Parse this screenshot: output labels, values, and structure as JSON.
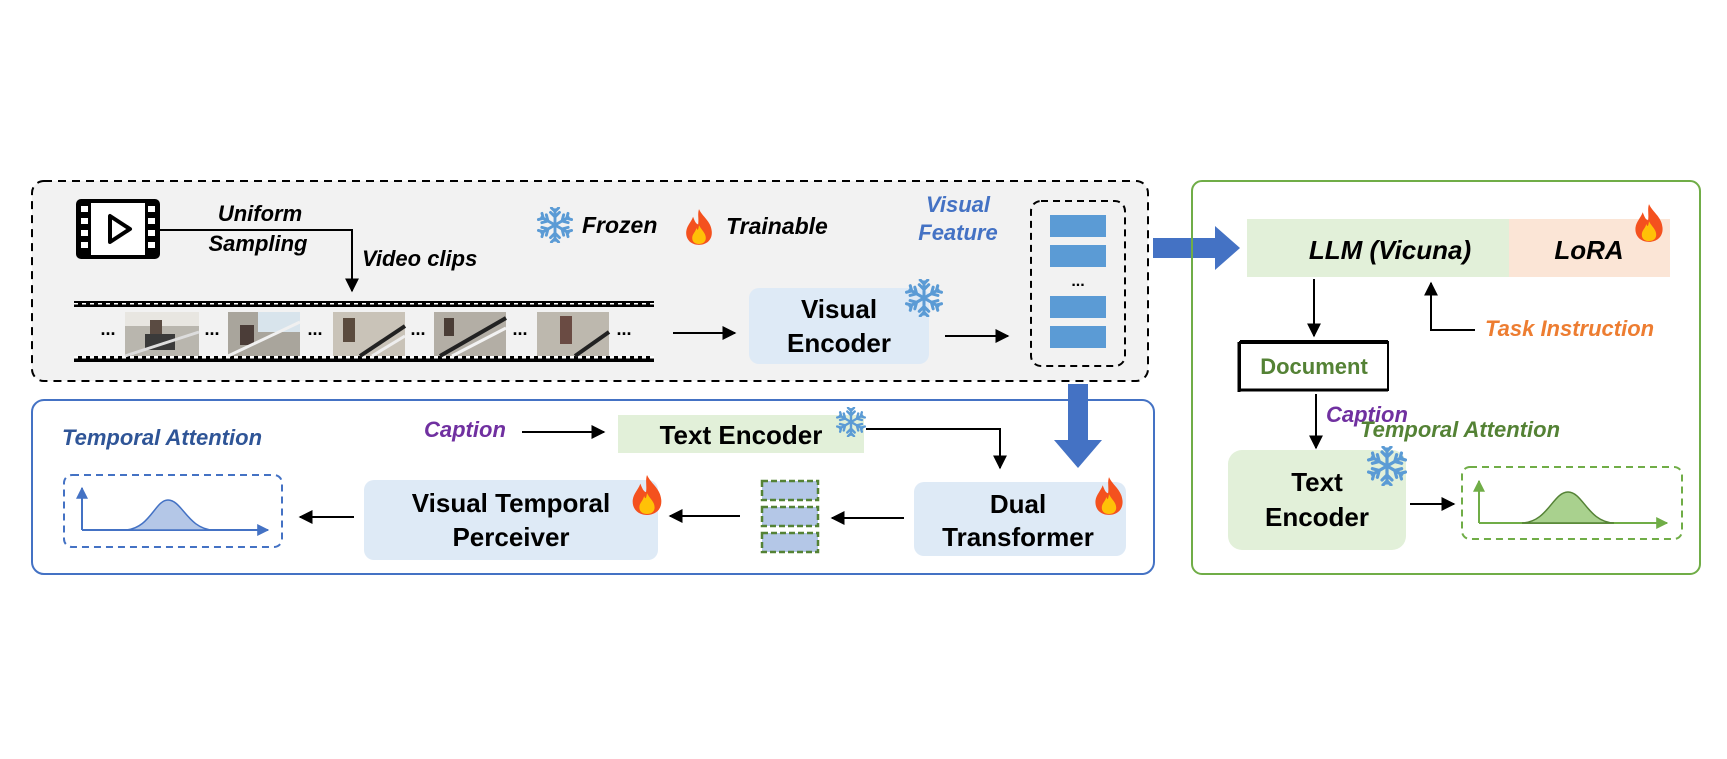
{
  "legend": {
    "frozen": "Frozen",
    "trainable": "Trainable"
  },
  "top_panel": {
    "uniform_sampling": [
      "Uniform",
      "Sampling"
    ],
    "video_clips": "Video clips",
    "visual_feature": [
      "Visual",
      "Feature"
    ],
    "visual_encoder": [
      "Visual",
      "Encoder"
    ],
    "feature_ellipsis": "...",
    "film_ellipsis": "..."
  },
  "bottom_panel": {
    "temporal_attention": "Temporal Attention",
    "caption": "Caption",
    "text_encoder": "Text Encoder",
    "visual_temporal_perceiver": [
      "Visual Temporal",
      "Perceiver"
    ],
    "dual_transformer": [
      "Dual",
      "Transformer"
    ]
  },
  "right_panel": {
    "llm": "LLM (Vicuna)",
    "lora": "LoRA",
    "task_instruction": "Task Instruction",
    "document": "Document",
    "caption": "Caption",
    "text_encoder": [
      "Text",
      "Encoder"
    ],
    "temporal_attention": "Temporal Attention"
  },
  "colors": {
    "blue_text": "#4472C4",
    "navy_text": "#2F5597",
    "green_text": "#548235",
    "purple_text": "#7030A0",
    "orange_text": "#ED7D31",
    "light_blue_box": "#DEEAF6",
    "light_green_box": "#E2F0D9",
    "lora_box": "#FBE5D6",
    "feature_bar": "#5B9BD5",
    "big_arrow": "#4472C4",
    "top_panel_fill": "#F2F2F2",
    "snowflake": "#5B9BD5",
    "flame": "#F4511E"
  },
  "icons": [
    "video-play-icon",
    "snowflake-icon",
    "flame-icon"
  ]
}
